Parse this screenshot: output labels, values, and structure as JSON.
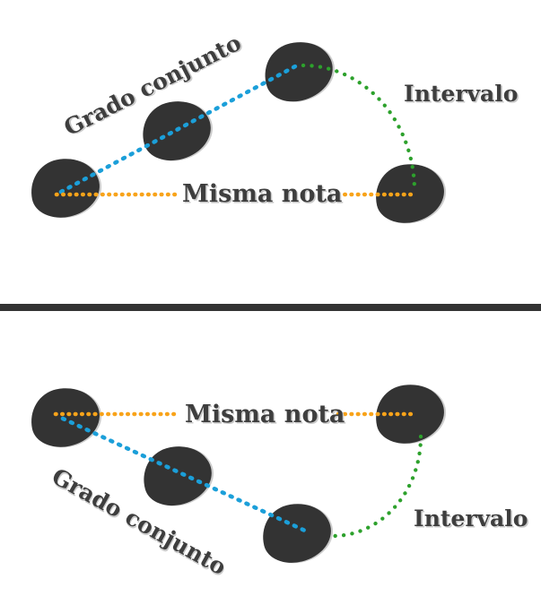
{
  "diagram": {
    "labels": {
      "conjunct": "Grado conjunto",
      "same_note": "Misma nota",
      "interval": "Intervalo"
    },
    "colors": {
      "conjunct_line": "#1b9fd9",
      "same_note_line": "#f8a31a",
      "interval_line": "#2da12c",
      "note_head": "#333333",
      "divider": "#333333",
      "label_text": "#3e3e3e",
      "background": "#ffffff"
    }
  }
}
